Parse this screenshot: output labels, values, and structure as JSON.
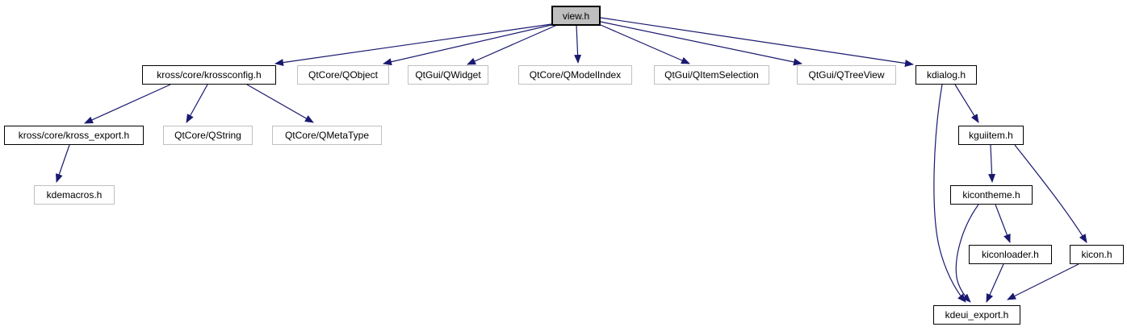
{
  "graph": {
    "type": "include-dependency-graph",
    "root": "view.h",
    "colors": {
      "edge": "#191970",
      "node_fill": "#ffffff",
      "selected_node_fill": "#bfbfbf",
      "linked_node_border": "#000000",
      "plain_node_border": "#c0c0c0",
      "text": "#000000"
    },
    "nodes": [
      {
        "label": "view.h",
        "selected": true,
        "linked": false
      },
      {
        "label": "kross/core/krossconfig.h",
        "linked": true
      },
      {
        "label": "QtCore/QObject",
        "linked": false
      },
      {
        "label": "QtGui/QWidget",
        "linked": false
      },
      {
        "label": "QtCore/QModelIndex",
        "linked": false
      },
      {
        "label": "QtGui/QItemSelection",
        "linked": false
      },
      {
        "label": "QtGui/QTreeView",
        "linked": false
      },
      {
        "label": "kdialog.h",
        "linked": true
      },
      {
        "label": "kross/core/kross_export.h",
        "linked": true
      },
      {
        "label": "QtCore/QString",
        "linked": false
      },
      {
        "label": "QtCore/QMetaType",
        "linked": false
      },
      {
        "label": "kguiitem.h",
        "linked": true
      },
      {
        "label": "kdemacros.h",
        "linked": false
      },
      {
        "label": "kicontheme.h",
        "linked": true
      },
      {
        "label": "kiconloader.h",
        "linked": true
      },
      {
        "label": "kicon.h",
        "linked": true
      },
      {
        "label": "kdeui_export.h",
        "linked": true
      }
    ],
    "edges": [
      {
        "from": "view.h",
        "to": "kross/core/krossconfig.h"
      },
      {
        "from": "view.h",
        "to": "QtCore/QObject"
      },
      {
        "from": "view.h",
        "to": "QtGui/QWidget"
      },
      {
        "from": "view.h",
        "to": "QtCore/QModelIndex"
      },
      {
        "from": "view.h",
        "to": "QtGui/QItemSelection"
      },
      {
        "from": "view.h",
        "to": "QtGui/QTreeView"
      },
      {
        "from": "view.h",
        "to": "kdialog.h"
      },
      {
        "from": "kross/core/krossconfig.h",
        "to": "kross/core/kross_export.h"
      },
      {
        "from": "kross/core/krossconfig.h",
        "to": "QtCore/QString"
      },
      {
        "from": "kross/core/krossconfig.h",
        "to": "QtCore/QMetaType"
      },
      {
        "from": "kross/core/kross_export.h",
        "to": "kdemacros.h"
      },
      {
        "from": "kdialog.h",
        "to": "kguiitem.h"
      },
      {
        "from": "kdialog.h",
        "to": "kdeui_export.h"
      },
      {
        "from": "kguiitem.h",
        "to": "kicontheme.h"
      },
      {
        "from": "kguiitem.h",
        "to": "kicon.h"
      },
      {
        "from": "kicontheme.h",
        "to": "kiconloader.h"
      },
      {
        "from": "kicontheme.h",
        "to": "kdeui_export.h"
      },
      {
        "from": "kiconloader.h",
        "to": "kdeui_export.h"
      },
      {
        "from": "kicon.h",
        "to": "kdeui_export.h"
      }
    ]
  }
}
